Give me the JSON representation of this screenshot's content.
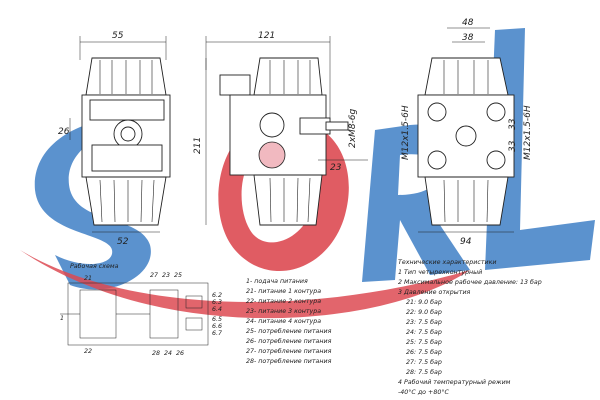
{
  "watermark": {
    "text": "SORL",
    "colors": {
      "blue": "#3f7fc6",
      "red": "#d8353e"
    }
  },
  "dimensions": {
    "front_width_top": "55",
    "front_height": "26",
    "front_width_bottom": "52",
    "side_width": "121",
    "side_height": "211",
    "thread_side": "2xM8-6g",
    "side_right_height": "23",
    "back_width_top": "48",
    "back_width_inner": "38",
    "back_width_bottom": "94",
    "thread_left": "M12x1.5-6H",
    "thread_right": "M12x1.5-6H",
    "back_height_1": "33",
    "back_height_2": "33"
  },
  "schematic": {
    "title": "Рабочая схема",
    "port_labels": [
      "21",
      "1",
      "22",
      "27",
      "23",
      "25",
      "28",
      "24",
      "26"
    ],
    "right_labels": [
      "6.2",
      "6.3",
      "6.4",
      "6.5",
      "6.6",
      "6.7"
    ]
  },
  "legend": [
    "1- подача питания",
    "21- питание 1 контура",
    "22- питание 2 контура",
    "23- питание 3 контура",
    "24- питание 4 контура",
    "25- потребление питания",
    "26- потребление питания",
    "27- потребление питания",
    "28- потребление питания"
  ],
  "specs": {
    "title": "Технические характеристики",
    "items": [
      "1  Тип четырехконтурный",
      "2  Максимальное рабочее давление: 13 бар",
      "3  Давление открытия"
    ],
    "pressures": [
      "21: 9.0 бар",
      "22: 9.0 бар",
      "23: 7.5 бар",
      "24: 7.5 бар",
      "25: 7.5 бар",
      "26: 7.5 бар",
      "27: 7.5 бар",
      "28: 7.5 бар"
    ],
    "temp_title": "4  Рабочий температурный режим",
    "temp_value": "-40°C до +80°C"
  }
}
